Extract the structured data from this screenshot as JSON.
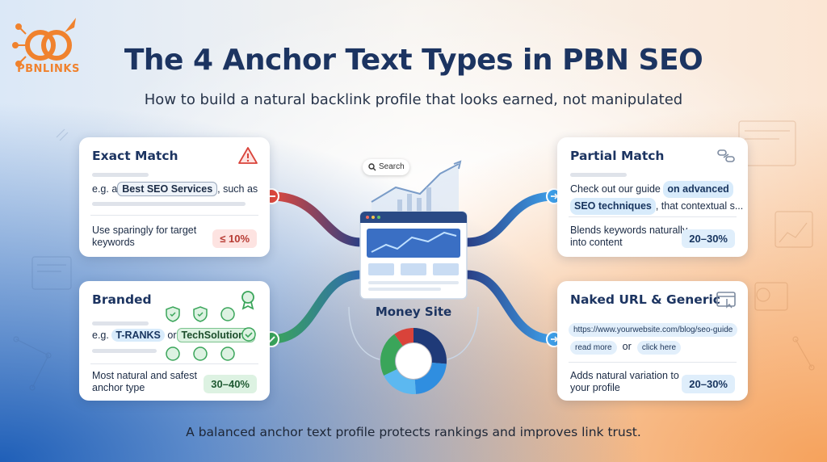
{
  "header": {
    "logo_text": "PBNLINKS",
    "title": "The 4 Anchor Text Types in PBN SEO",
    "subtitle": "How to build a natural backlink profile that looks earned, not manipulated"
  },
  "center": {
    "search_label": "Search",
    "money_site_label": "Money Site"
  },
  "cards": {
    "exact": {
      "title": "Exact Match",
      "icon": "warning-icon",
      "example_prefix": "e.g. a",
      "example_keyword": "Best SEO Services",
      "example_suffix": ", such as",
      "desc": "Use sparingly for target keywords",
      "badge": "≤ 10%"
    },
    "branded": {
      "title": "Branded",
      "icon": "award-ribbon-icon",
      "example_prefix": "e.g.",
      "example_brand1": "T-RANKS",
      "example_or": "or",
      "example_brand2": "TechSolutions",
      "desc": "Most natural and safest anchor type",
      "badge": "30–40%"
    },
    "partial": {
      "title": "Partial Match",
      "icon": "link-chain-icon",
      "example_prefix": "Check out our guide",
      "example_keyword_1": "on advanced",
      "example_keyword_2": "SEO techniques",
      "example_suffix": ", that contextual s...",
      "desc": "Blends keywords naturally into content",
      "badge": "20–30%"
    },
    "naked": {
      "title": "Naked URL & Generic",
      "icon": "browser-cursor-icon",
      "url": "https://www.yourwebsite.com/blog/seo-guide",
      "generic_1": "read more",
      "generic_or": "or",
      "generic_2": "click here",
      "desc": "Adds natural variation to your profile",
      "badge": "20–30%"
    }
  },
  "footer": "A balanced anchor text profile protects rankings and improves link trust.",
  "colors": {
    "title": "#1c3461",
    "logo_orange": "#f0822e",
    "connector_red": "#e0483c",
    "connector_green": "#3aa55a",
    "connector_blue": "#2f8ee0",
    "pie_red": "#d9433a",
    "pie_navy": "#1f3a78",
    "pie_blue": "#2f8ee0",
    "pie_light_blue": "#5cb8f0",
    "pie_green": "#3aa55a"
  }
}
